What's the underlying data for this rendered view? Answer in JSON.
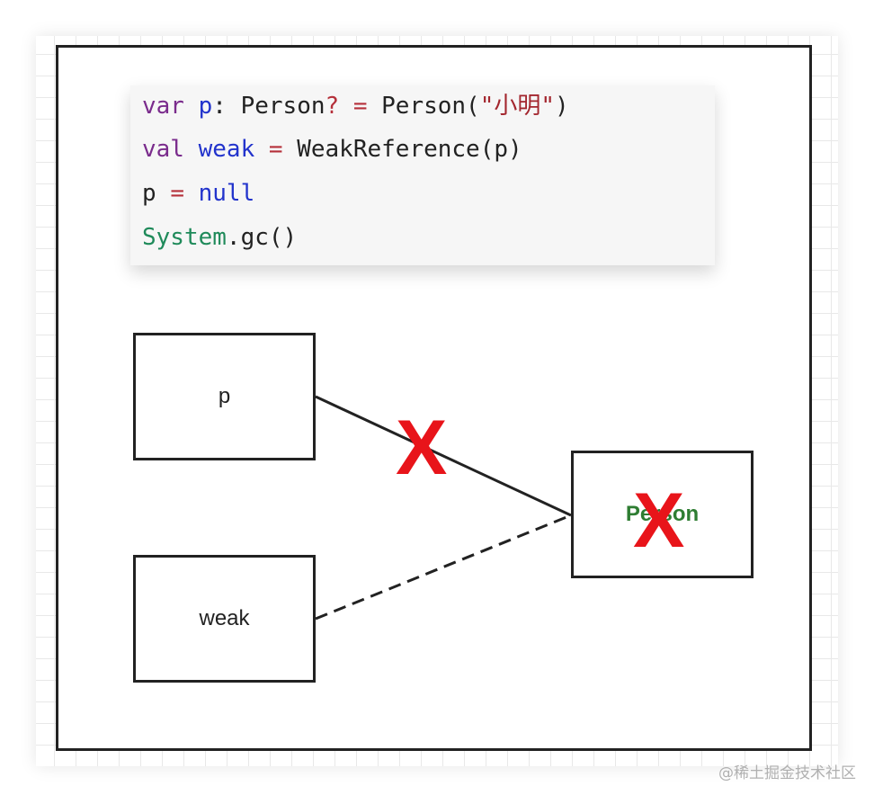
{
  "code": {
    "line1": {
      "kw": "var",
      "ident": "p",
      "colon": ":",
      "type": "Person",
      "nullable": "?",
      "eq": "=",
      "ctor": "Person(",
      "str": "\"小明\"",
      "close": ")"
    },
    "line2": {
      "kw": "val",
      "ident": "weak",
      "eq": "=",
      "call": "WeakReference(p)"
    },
    "line3": {
      "ident": "p",
      "eq": "=",
      "value": "null"
    },
    "line4": {
      "cls": "System",
      "call": ".gc()"
    }
  },
  "diagram": {
    "nodes": {
      "p": "p",
      "weak": "weak",
      "person": "Person"
    },
    "edges": [
      {
        "from": "p",
        "to": "person",
        "style": "solid",
        "broken": true
      },
      {
        "from": "weak",
        "to": "person",
        "style": "dashed",
        "broken": false
      }
    ],
    "marks": {
      "edge_x": "X",
      "person_x": "X"
    }
  },
  "watermark": "@稀土掘金技术社区",
  "colors": {
    "x_mark": "#e8141a",
    "person_label": "#2e7d32",
    "keyword": "#7a2b8c",
    "identifier": "#2233cc",
    "string": "#a3262e",
    "class": "#1f8a5a"
  }
}
